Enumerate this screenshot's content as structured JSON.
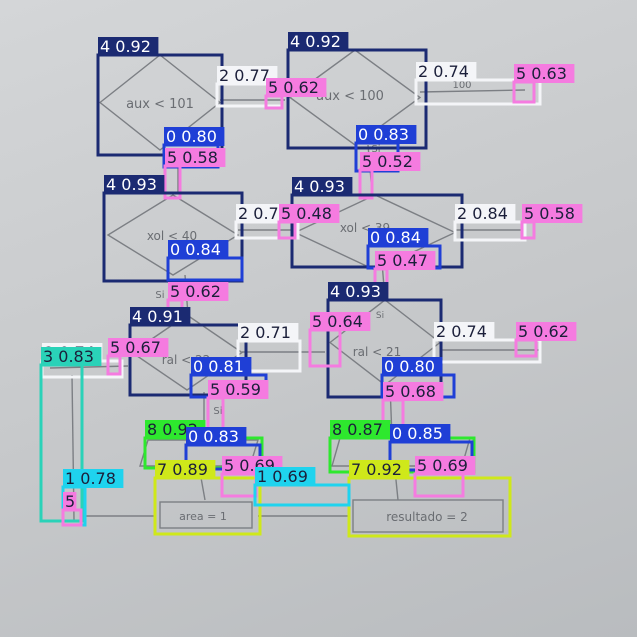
{
  "palette": {
    "0": "#1f3fd6",
    "1": "#1fd3ee",
    "2": "#f4f5f8",
    "3": "#2ad2b8",
    "4": "#1b2a72",
    "5": "#f57be0",
    "7": "#cfe81a",
    "8": "#2ee82e"
  },
  "sketch": {
    "texts": [
      "aux < 101",
      "aux < 100",
      "xol < 40",
      "xol < 39",
      "ral < 22",
      "ral < 21",
      "area = 1",
      "resultado = 2",
      "Si",
      "Si",
      "Si",
      "Si",
      "100"
    ]
  },
  "detections": [
    {
      "cls": "4",
      "score": "0.92"
    },
    {
      "cls": "4",
      "score": "0.92"
    },
    {
      "cls": "2",
      "score": "0.77"
    },
    {
      "cls": "5",
      "score": "0.62"
    },
    {
      "cls": "2",
      "score": "0.74"
    },
    {
      "cls": "5",
      "score": "0.63"
    },
    {
      "cls": "0",
      "score": "0.80"
    },
    {
      "cls": "0",
      "score": "0.83"
    },
    {
      "cls": "5",
      "score": "0.58"
    },
    {
      "cls": "5",
      "score": "0.52"
    },
    {
      "cls": "4",
      "score": "0.93"
    },
    {
      "cls": "4",
      "score": "0.93"
    },
    {
      "cls": "2",
      "score": "0.77"
    },
    {
      "cls": "5",
      "score": "0.48"
    },
    {
      "cls": "2",
      "score": "0.84"
    },
    {
      "cls": "5",
      "score": "0.58"
    },
    {
      "cls": "0",
      "score": "0.84"
    },
    {
      "cls": "0",
      "score": "0.84"
    },
    {
      "cls": "5",
      "score": "0.47"
    },
    {
      "cls": "5",
      "score": "0.62"
    },
    {
      "cls": "4",
      "score": "0.91"
    },
    {
      "cls": "4",
      "score": "0.93"
    },
    {
      "cls": "2",
      "score": "0.74"
    },
    {
      "cls": "5",
      "score": "0.67"
    },
    {
      "cls": "3",
      "score": "0.83"
    },
    {
      "cls": "2",
      "score": "0.71"
    },
    {
      "cls": "5",
      "score": "0.64"
    },
    {
      "cls": "2",
      "score": "0.74"
    },
    {
      "cls": "5",
      "score": "0.62"
    },
    {
      "cls": "0",
      "score": "0.81"
    },
    {
      "cls": "0",
      "score": "0.80"
    },
    {
      "cls": "5",
      "score": "0.59"
    },
    {
      "cls": "5",
      "score": "0.68"
    },
    {
      "cls": "8",
      "score": "0.92"
    },
    {
      "cls": "8",
      "score": "0.87"
    },
    {
      "cls": "0",
      "score": "0.83"
    },
    {
      "cls": "0",
      "score": "0.85"
    },
    {
      "cls": "7",
      "score": "0.89"
    },
    {
      "cls": "5",
      "score": "0.69"
    },
    {
      "cls": "7",
      "score": "0.92"
    },
    {
      "cls": "5",
      "score": "0.69"
    },
    {
      "cls": "1",
      "score": "0.78"
    },
    {
      "cls": "5",
      "score": ""
    },
    {
      "cls": "1",
      "score": "0.69"
    }
  ]
}
